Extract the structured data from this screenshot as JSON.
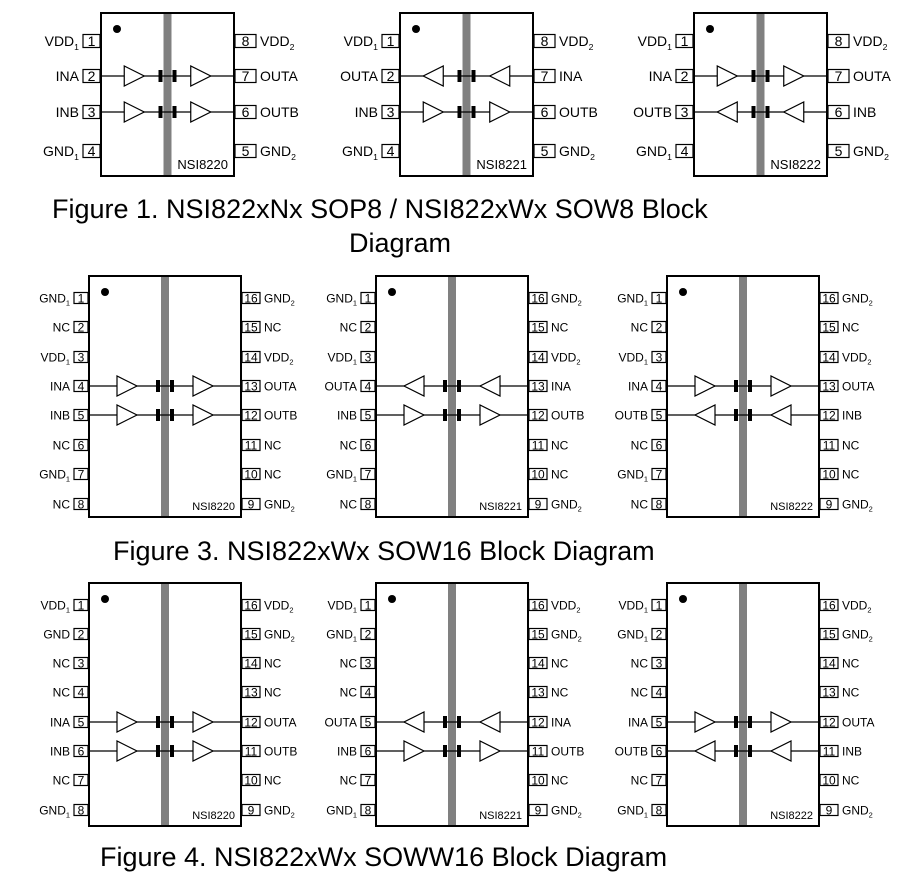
{
  "figures": [
    {
      "caption_lines": [
        "Figure 1. NSI822xNx SOP8 / NSI822xWx SOW8 Block",
        "Diagram"
      ],
      "chips": [
        {
          "part": "NSI8220",
          "left_pins": [
            {
              "num": "1",
              "name": "VDD",
              "sub": "1"
            },
            {
              "num": "2",
              "name": "INA",
              "sub": ""
            },
            {
              "num": "3",
              "name": "INB",
              "sub": ""
            },
            {
              "num": "4",
              "name": "GND",
              "sub": "1"
            }
          ],
          "right_pins": [
            {
              "num": "8",
              "name": "VDD",
              "sub": "2"
            },
            {
              "num": "7",
              "name": "OUTA",
              "sub": ""
            },
            {
              "num": "6",
              "name": "OUTB",
              "sub": ""
            },
            {
              "num": "5",
              "name": "GND",
              "sub": "2"
            }
          ],
          "channels": [
            "right",
            "right"
          ]
        },
        {
          "part": "NSI8221",
          "left_pins": [
            {
              "num": "1",
              "name": "VDD",
              "sub": "1"
            },
            {
              "num": "2",
              "name": "OUTA",
              "sub": ""
            },
            {
              "num": "3",
              "name": "INB",
              "sub": ""
            },
            {
              "num": "4",
              "name": "GND",
              "sub": "1"
            }
          ],
          "right_pins": [
            {
              "num": "8",
              "name": "VDD",
              "sub": "2"
            },
            {
              "num": "7",
              "name": "INA",
              "sub": ""
            },
            {
              "num": "6",
              "name": "OUTB",
              "sub": ""
            },
            {
              "num": "5",
              "name": "GND",
              "sub": "2"
            }
          ],
          "channels": [
            "left",
            "right"
          ]
        },
        {
          "part": "NSI8222",
          "left_pins": [
            {
              "num": "1",
              "name": "VDD",
              "sub": "1"
            },
            {
              "num": "2",
              "name": "INA",
              "sub": ""
            },
            {
              "num": "3",
              "name": "OUTB",
              "sub": ""
            },
            {
              "num": "4",
              "name": "GND",
              "sub": "1"
            }
          ],
          "right_pins": [
            {
              "num": "8",
              "name": "VDD",
              "sub": "2"
            },
            {
              "num": "7",
              "name": "OUTA",
              "sub": ""
            },
            {
              "num": "6",
              "name": "INB",
              "sub": ""
            },
            {
              "num": "5",
              "name": "GND",
              "sub": "2"
            }
          ],
          "channels": [
            "right",
            "left"
          ]
        }
      ]
    },
    {
      "caption_lines": [
        "Figure 3. NSI822xWx SOW16 Block Diagram"
      ],
      "chips": [
        {
          "part": "NSI8220",
          "left_pins": [
            {
              "num": "1",
              "name": "GND",
              "sub": "1"
            },
            {
              "num": "2",
              "name": "NC",
              "sub": ""
            },
            {
              "num": "3",
              "name": "VDD",
              "sub": "1"
            },
            {
              "num": "4",
              "name": "INA",
              "sub": ""
            },
            {
              "num": "5",
              "name": "INB",
              "sub": ""
            },
            {
              "num": "6",
              "name": "NC",
              "sub": ""
            },
            {
              "num": "7",
              "name": "GND",
              "sub": "1"
            },
            {
              "num": "8",
              "name": "NC",
              "sub": ""
            }
          ],
          "right_pins": [
            {
              "num": "16",
              "name": "GND",
              "sub": "2"
            },
            {
              "num": "15",
              "name": "NC",
              "sub": ""
            },
            {
              "num": "14",
              "name": "VDD",
              "sub": "2"
            },
            {
              "num": "13",
              "name": "OUTA",
              "sub": ""
            },
            {
              "num": "12",
              "name": "OUTB",
              "sub": ""
            },
            {
              "num": "11",
              "name": "NC",
              "sub": ""
            },
            {
              "num": "10",
              "name": "NC",
              "sub": ""
            },
            {
              "num": "9",
              "name": "GND",
              "sub": "2"
            }
          ],
          "channels": [
            "right",
            "right"
          ]
        },
        {
          "part": "NSI8221",
          "left_pins": [
            {
              "num": "1",
              "name": "GND",
              "sub": "1"
            },
            {
              "num": "2",
              "name": "NC",
              "sub": ""
            },
            {
              "num": "3",
              "name": "VDD",
              "sub": "1"
            },
            {
              "num": "4",
              "name": "OUTA",
              "sub": ""
            },
            {
              "num": "5",
              "name": "INB",
              "sub": ""
            },
            {
              "num": "6",
              "name": "NC",
              "sub": ""
            },
            {
              "num": "7",
              "name": "GND",
              "sub": "1"
            },
            {
              "num": "8",
              "name": "NC",
              "sub": ""
            }
          ],
          "right_pins": [
            {
              "num": "16",
              "name": "GND",
              "sub": "2"
            },
            {
              "num": "15",
              "name": "NC",
              "sub": ""
            },
            {
              "num": "14",
              "name": "VDD",
              "sub": "2"
            },
            {
              "num": "13",
              "name": "INA",
              "sub": ""
            },
            {
              "num": "12",
              "name": "OUTB",
              "sub": ""
            },
            {
              "num": "11",
              "name": "NC",
              "sub": ""
            },
            {
              "num": "10",
              "name": "NC",
              "sub": ""
            },
            {
              "num": "9",
              "name": "GND",
              "sub": "2"
            }
          ],
          "channels": [
            "left",
            "right"
          ]
        },
        {
          "part": "NSI8222",
          "left_pins": [
            {
              "num": "1",
              "name": "GND",
              "sub": "1"
            },
            {
              "num": "2",
              "name": "NC",
              "sub": ""
            },
            {
              "num": "3",
              "name": "VDD",
              "sub": "1"
            },
            {
              "num": "4",
              "name": "INA",
              "sub": ""
            },
            {
              "num": "5",
              "name": "OUTB",
              "sub": ""
            },
            {
              "num": "6",
              "name": "NC",
              "sub": ""
            },
            {
              "num": "7",
              "name": "GND",
              "sub": "1"
            },
            {
              "num": "8",
              "name": "NC",
              "sub": ""
            }
          ],
          "right_pins": [
            {
              "num": "16",
              "name": "GND",
              "sub": "2"
            },
            {
              "num": "15",
              "name": "NC",
              "sub": ""
            },
            {
              "num": "14",
              "name": "VDD",
              "sub": "2"
            },
            {
              "num": "13",
              "name": "OUTA",
              "sub": ""
            },
            {
              "num": "12",
              "name": "INB",
              "sub": ""
            },
            {
              "num": "11",
              "name": "NC",
              "sub": ""
            },
            {
              "num": "10",
              "name": "NC",
              "sub": ""
            },
            {
              "num": "9",
              "name": "GND",
              "sub": "2"
            }
          ],
          "channels": [
            "right",
            "left"
          ]
        }
      ]
    },
    {
      "caption_lines": [
        "Figure 4. NSI822xWx SOWW16 Block Diagram"
      ],
      "chips": [
        {
          "part": "NSI8220",
          "left_pins": [
            {
              "num": "1",
              "name": "VDD",
              "sub": "1"
            },
            {
              "num": "2",
              "name": "GND",
              "sub": ""
            },
            {
              "num": "3",
              "name": "NC",
              "sub": ""
            },
            {
              "num": "4",
              "name": "NC",
              "sub": ""
            },
            {
              "num": "5",
              "name": "INA",
              "sub": ""
            },
            {
              "num": "6",
              "name": "INB",
              "sub": ""
            },
            {
              "num": "7",
              "name": "NC",
              "sub": ""
            },
            {
              "num": "8",
              "name": "GND",
              "sub": "1"
            }
          ],
          "right_pins": [
            {
              "num": "16",
              "name": "VDD",
              "sub": "2"
            },
            {
              "num": "15",
              "name": "GND",
              "sub": "2"
            },
            {
              "num": "14",
              "name": "NC",
              "sub": ""
            },
            {
              "num": "13",
              "name": "NC",
              "sub": ""
            },
            {
              "num": "12",
              "name": "OUTA",
              "sub": ""
            },
            {
              "num": "11",
              "name": "OUTB",
              "sub": ""
            },
            {
              "num": "10",
              "name": "NC",
              "sub": ""
            },
            {
              "num": "9",
              "name": "GND",
              "sub": "2"
            }
          ],
          "channels": [
            "right",
            "right"
          ]
        },
        {
          "part": "NSI8221",
          "left_pins": [
            {
              "num": "1",
              "name": "VDD",
              "sub": "1"
            },
            {
              "num": "2",
              "name": "GND",
              "sub": "1"
            },
            {
              "num": "3",
              "name": "NC",
              "sub": ""
            },
            {
              "num": "4",
              "name": "NC",
              "sub": ""
            },
            {
              "num": "5",
              "name": "OUTA",
              "sub": ""
            },
            {
              "num": "6",
              "name": "INB",
              "sub": ""
            },
            {
              "num": "7",
              "name": "NC",
              "sub": ""
            },
            {
              "num": "8",
              "name": "GND",
              "sub": "1"
            }
          ],
          "right_pins": [
            {
              "num": "16",
              "name": "VDD",
              "sub": "2"
            },
            {
              "num": "15",
              "name": "GND",
              "sub": "2"
            },
            {
              "num": "14",
              "name": "NC",
              "sub": ""
            },
            {
              "num": "13",
              "name": "NC",
              "sub": ""
            },
            {
              "num": "12",
              "name": "INA",
              "sub": ""
            },
            {
              "num": "11",
              "name": "OUTB",
              "sub": ""
            },
            {
              "num": "10",
              "name": "NC",
              "sub": ""
            },
            {
              "num": "9",
              "name": "GND",
              "sub": "2"
            }
          ],
          "channels": [
            "left",
            "right"
          ]
        },
        {
          "part": "NSI8222",
          "left_pins": [
            {
              "num": "1",
              "name": "VDD",
              "sub": "1"
            },
            {
              "num": "2",
              "name": "GND",
              "sub": "1"
            },
            {
              "num": "3",
              "name": "NC",
              "sub": ""
            },
            {
              "num": "4",
              "name": "NC",
              "sub": ""
            },
            {
              "num": "5",
              "name": "INA",
              "sub": ""
            },
            {
              "num": "6",
              "name": "OUTB",
              "sub": ""
            },
            {
              "num": "7",
              "name": "NC",
              "sub": ""
            },
            {
              "num": "8",
              "name": "GND",
              "sub": "1"
            }
          ],
          "right_pins": [
            {
              "num": "16",
              "name": "VDD",
              "sub": "2"
            },
            {
              "num": "15",
              "name": "GND",
              "sub": "2"
            },
            {
              "num": "14",
              "name": "NC",
              "sub": ""
            },
            {
              "num": "13",
              "name": "NC",
              "sub": ""
            },
            {
              "num": "12",
              "name": "OUTA",
              "sub": ""
            },
            {
              "num": "11",
              "name": "INB",
              "sub": ""
            },
            {
              "num": "10",
              "name": "NC",
              "sub": ""
            },
            {
              "num": "9",
              "name": "GND",
              "sub": "2"
            }
          ],
          "channels": [
            "right",
            "left"
          ]
        }
      ]
    }
  ],
  "colors": {
    "line": "#000000",
    "barrier": "#808080",
    "page": "#ffffff"
  }
}
